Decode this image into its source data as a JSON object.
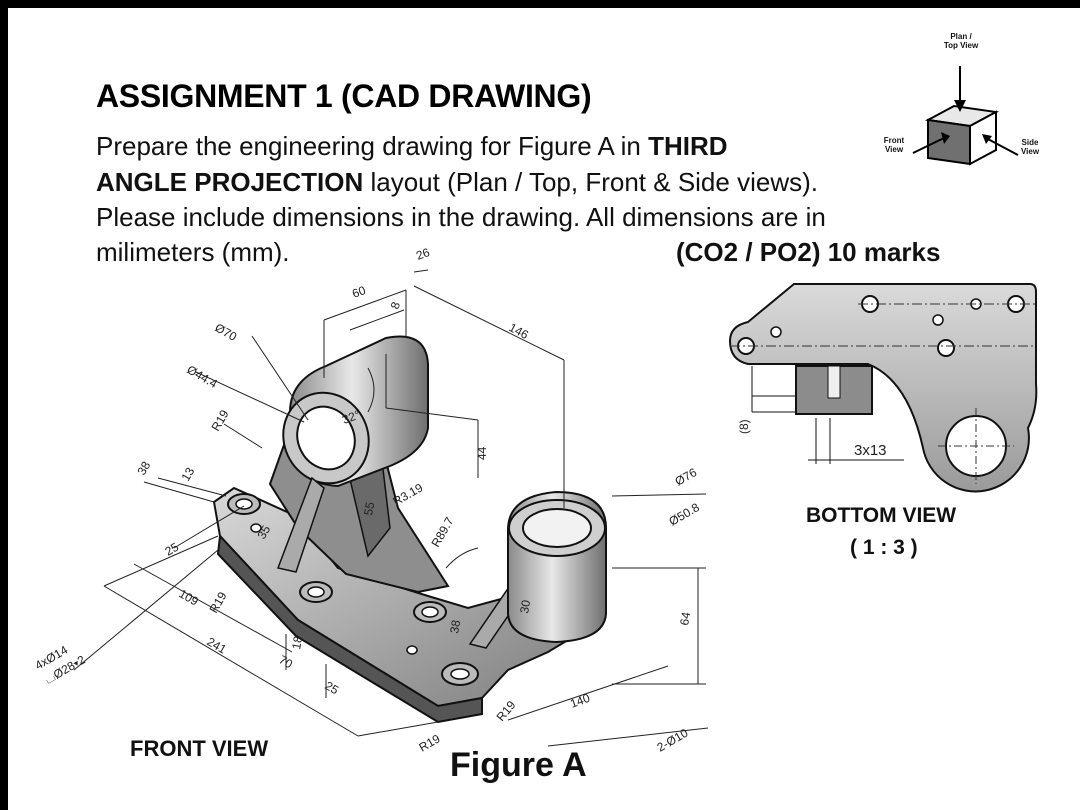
{
  "title": "ASSIGNMENT 1 (CAD DRAWING)",
  "instructions": {
    "line1_a": "Prepare the engineering drawing for Figure A in ",
    "line1_b": "THIRD",
    "line2_a": "ANGLE PROJECTION",
    "line2_b": " layout (Plan / Top, Front & Side views).",
    "line3": "Please include dimensions in the drawing. All dimensions are in",
    "line4": "milimeters (mm)."
  },
  "marks": "(CO2 / PO2) 10 marks",
  "cube_legend": {
    "plan_line1": "Plan /",
    "plan_line2": "Top View",
    "front_line1": "Front",
    "front_line2": "View",
    "side_line1": "Side",
    "side_line2": "View"
  },
  "front_view_label": "FRONT VIEW",
  "bottom_view_label": "BOTTOM VIEW",
  "bottom_view_scale": "( 1 : 3 )",
  "figure_label": "Figure A",
  "dimensions": {
    "d26": "26",
    "d60": "60",
    "d8": "8",
    "d146": "146",
    "dia70": "Ø70",
    "dia44": "Ø44.4",
    "r19a": "R19",
    "ang32": "32°",
    "d44": "44",
    "d38": "38",
    "d13": "13",
    "d35": "35",
    "d55": "55",
    "r319": "R3.19",
    "r89": "R89.7",
    "dia76": "Ø76",
    "dia508": "Ø50.8",
    "d25a": "25",
    "d109": "109",
    "r19b": "R19",
    "d241": "241",
    "d70": "70",
    "d18": "18",
    "d25b": "25",
    "d30": "30",
    "d38b": "38",
    "d64": "64",
    "d140": "140",
    "r19c": "R19",
    "r19d": "R19",
    "holes": "2-Ø10",
    "holes4_1": "4xØ14",
    "holes4_2": "⌴Ø28▾2",
    "d8b": "(8)",
    "d3x13": "3x13"
  }
}
